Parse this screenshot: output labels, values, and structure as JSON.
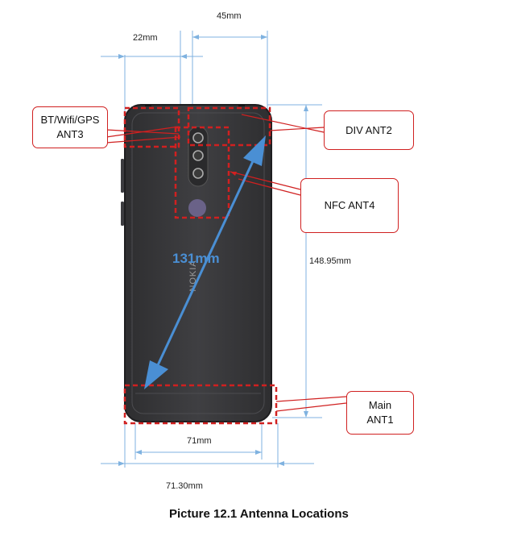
{
  "dimensions": {
    "top_width": "45mm",
    "top_offset": "22mm",
    "height": "148.95mm",
    "bottom_width_inner": "71mm",
    "bottom_width_outer": "71.30mm",
    "diagonal": "131mm"
  },
  "antennas": {
    "bt_wifi_gps": {
      "line1": "BT/Wifi/GPS",
      "line2": "ANT3"
    },
    "div": {
      "label": "DIV ANT2"
    },
    "nfc": {
      "label": "NFC ANT4"
    },
    "main": {
      "line1": "Main",
      "line2": "ANT1"
    }
  },
  "brand_mark": "NOKIA",
  "caption": "Picture 12.1 Antenna Locations",
  "colors": {
    "antenna_outline": "#d02020",
    "diagonal_arrow": "#4a8fd4",
    "dimension_line": "#7fb2e0",
    "phone_body": "#3a3a3c"
  }
}
